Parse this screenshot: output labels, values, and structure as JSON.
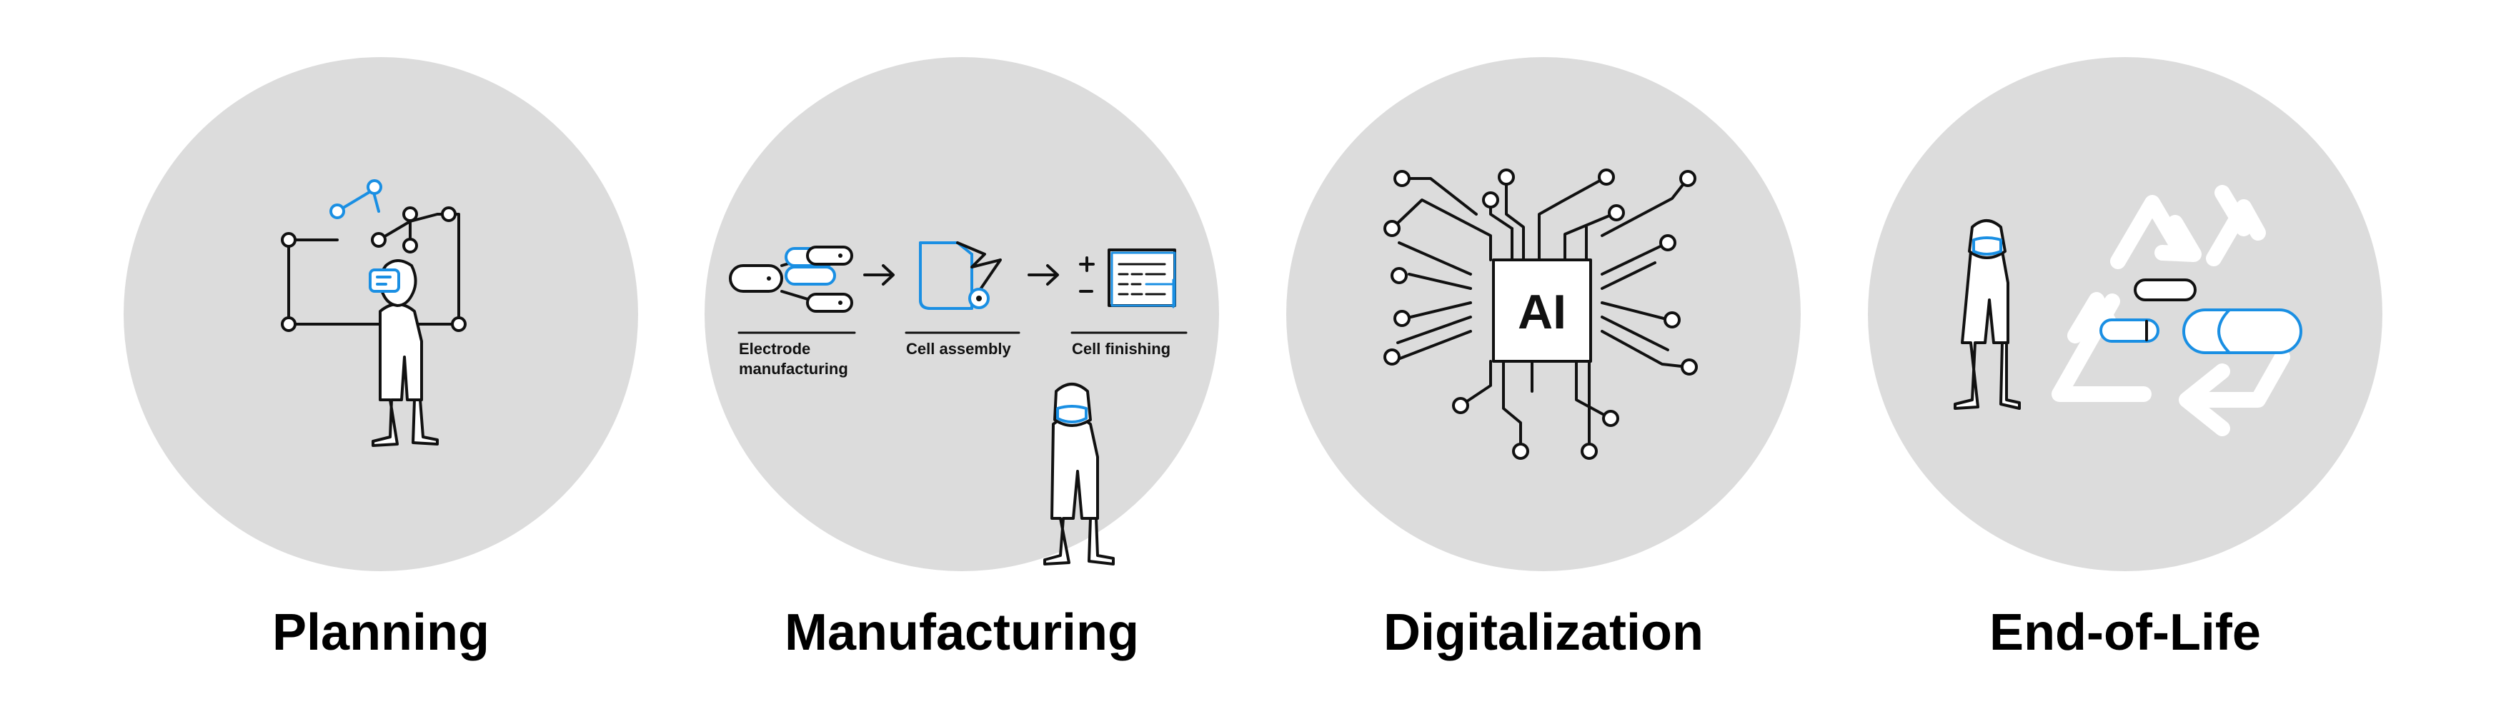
{
  "stages": [
    {
      "title": "Planning"
    },
    {
      "title": "Manufacturing",
      "steps": [
        "Electrode",
        "manufacturing",
        "Cell assembly",
        "Cell finishing"
      ]
    },
    {
      "title": "Digitalization",
      "chip_label": "AI"
    },
    {
      "title": "End-of-Life"
    }
  ],
  "colors": {
    "circle": "#dcdcdc",
    "accent": "#1a8fe3",
    "line": "#111111"
  },
  "icons": [
    "planning-worker-vr-icon",
    "manufacturing-process-icon",
    "ai-chip-icon",
    "recycling-icon"
  ]
}
